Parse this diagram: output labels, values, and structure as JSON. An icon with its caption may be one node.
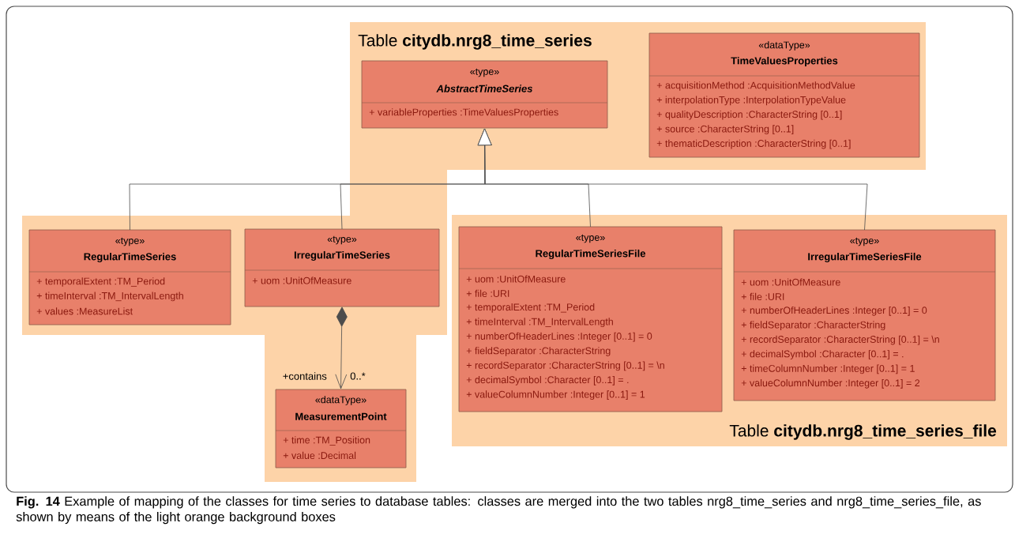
{
  "diagram": {
    "caption": "**Fig. 14** Example of mapping of the classes for time series to database tables: classes are merged into the two tables nrg8_time_series and nrg8_time_series_file, as shown by means of the light orange background boxes",
    "nodes": [
      {
        "text": [
          "Table **citydb.nrg8_time_series**"
        ]
      },
      {
        "text": [
          "«type»",
          "AbstractTimeSeries",
          "+ variableProperties :TimeValuesProperties"
        ],
        "in": 0
      },
      {
        "text": [
          "«dataType»",
          "TimeValuesProperties",
          "+ acquisitionMethod :AcquisitionMethodValue",
          "+ interpolationType :InterpolationTypeValue",
          "+ qualityDescription :CharacterString [0..1]",
          "+ source :CharacterString [0..1]",
          "+ thematicDescription :CharacterString [0..1]"
        ],
        "in": 0
      },
      {
        "text": [
          "«type»",
          "RegularTimeSeries",
          "+ temporalExtent :TM_Period",
          "+ timeInterval :TM_IntervalLength",
          "+ values :MeasureList"
        ],
        "in": 0
      },
      {
        "text": [
          "«type»",
          "IrregularTimeSeries",
          "+ uom :UnitOfMeasure"
        ],
        "in": 0
      },
      {
        "text": [
          "«dataType»",
          "MeasurementPoint",
          "+ time :TM_Position",
          "+ value :Decimal"
        ],
        "in": 0
      },
      {
        "text": [
          "Table **citydb.nrg8_time_series_file**"
        ]
      },
      {
        "text": [
          "«type»",
          "RegularTimeSeriesFile",
          "+ uom :UnitOfMeasure",
          "+ file :URI",
          "+ temporalExtent :TM_Period",
          "+ timeInterval :TM_IntervalLength",
          "+ numberOfHeaderLines :Integer [0..1] = 0",
          "+ fieldSeparator :CharacterString",
          "+ recordSeparator :CharacterString [0..1] = \\n",
          "+ decimalSymbol :Character [0..1] = .",
          "+ valueColumnNumber :Integer [0..1] = 1"
        ],
        "in": 6
      },
      {
        "text": [
          "«type»",
          "IrregularTimeSeriesFile",
          "+ uom :UnitOfMeasure",
          "+ file :URI",
          "+ numberOfHeaderLines :Integer [0..1] = 0",
          "+ fieldSeparator :CharacterString",
          "+ recordSeparator :CharacterString [0..1] = \\n",
          "+ decimalSymbol :Character [0..1] = .",
          "+ timeColumnNumber :Integer [0..1] = 1",
          "+ valueColumnNumber :Integer [0..1] = 2"
        ],
        "in": 6
      }
    ],
    "edges": [
      {
        "from": 3,
        "to": 1,
        "arrow": "to"
      },
      {
        "from": 4,
        "to": 1,
        "arrow": "to"
      },
      {
        "from": 7,
        "to": 1,
        "arrow": "to"
      },
      {
        "from": 8,
        "to": 1,
        "arrow": "to"
      },
      {
        "from": 4,
        "to": 5,
        "arrow": "to",
        "label": "+contains"
      }
    ],
    "labels": [
      "0..*"
    ]
  }
}
